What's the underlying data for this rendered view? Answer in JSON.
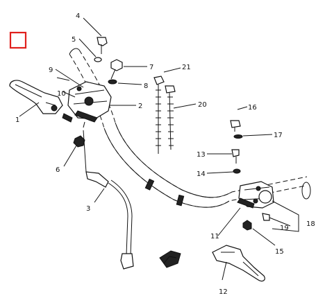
{
  "marker": {
    "color": "#e0201c"
  },
  "callouts": [
    {
      "id": "p1",
      "label": "1"
    },
    {
      "id": "p2",
      "label": "2"
    },
    {
      "id": "p3",
      "label": "3"
    },
    {
      "id": "p4",
      "label": "4"
    },
    {
      "id": "p5",
      "label": "5"
    },
    {
      "id": "p6",
      "label": "6"
    },
    {
      "id": "p7",
      "label": "7"
    },
    {
      "id": "p8",
      "label": "8"
    },
    {
      "id": "p9",
      "label": "9"
    },
    {
      "id": "p10",
      "label": "10"
    },
    {
      "id": "p11",
      "label": "11"
    },
    {
      "id": "p12",
      "label": "12"
    },
    {
      "id": "p13",
      "label": "13"
    },
    {
      "id": "p14",
      "label": "14"
    },
    {
      "id": "p15",
      "label": "15"
    },
    {
      "id": "p16",
      "label": "16"
    },
    {
      "id": "p17",
      "label": "17"
    },
    {
      "id": "p18",
      "label": "18"
    },
    {
      "id": "p19",
      "label": "19"
    },
    {
      "id": "p20",
      "label": "20"
    },
    {
      "id": "p21",
      "label": "21"
    }
  ]
}
